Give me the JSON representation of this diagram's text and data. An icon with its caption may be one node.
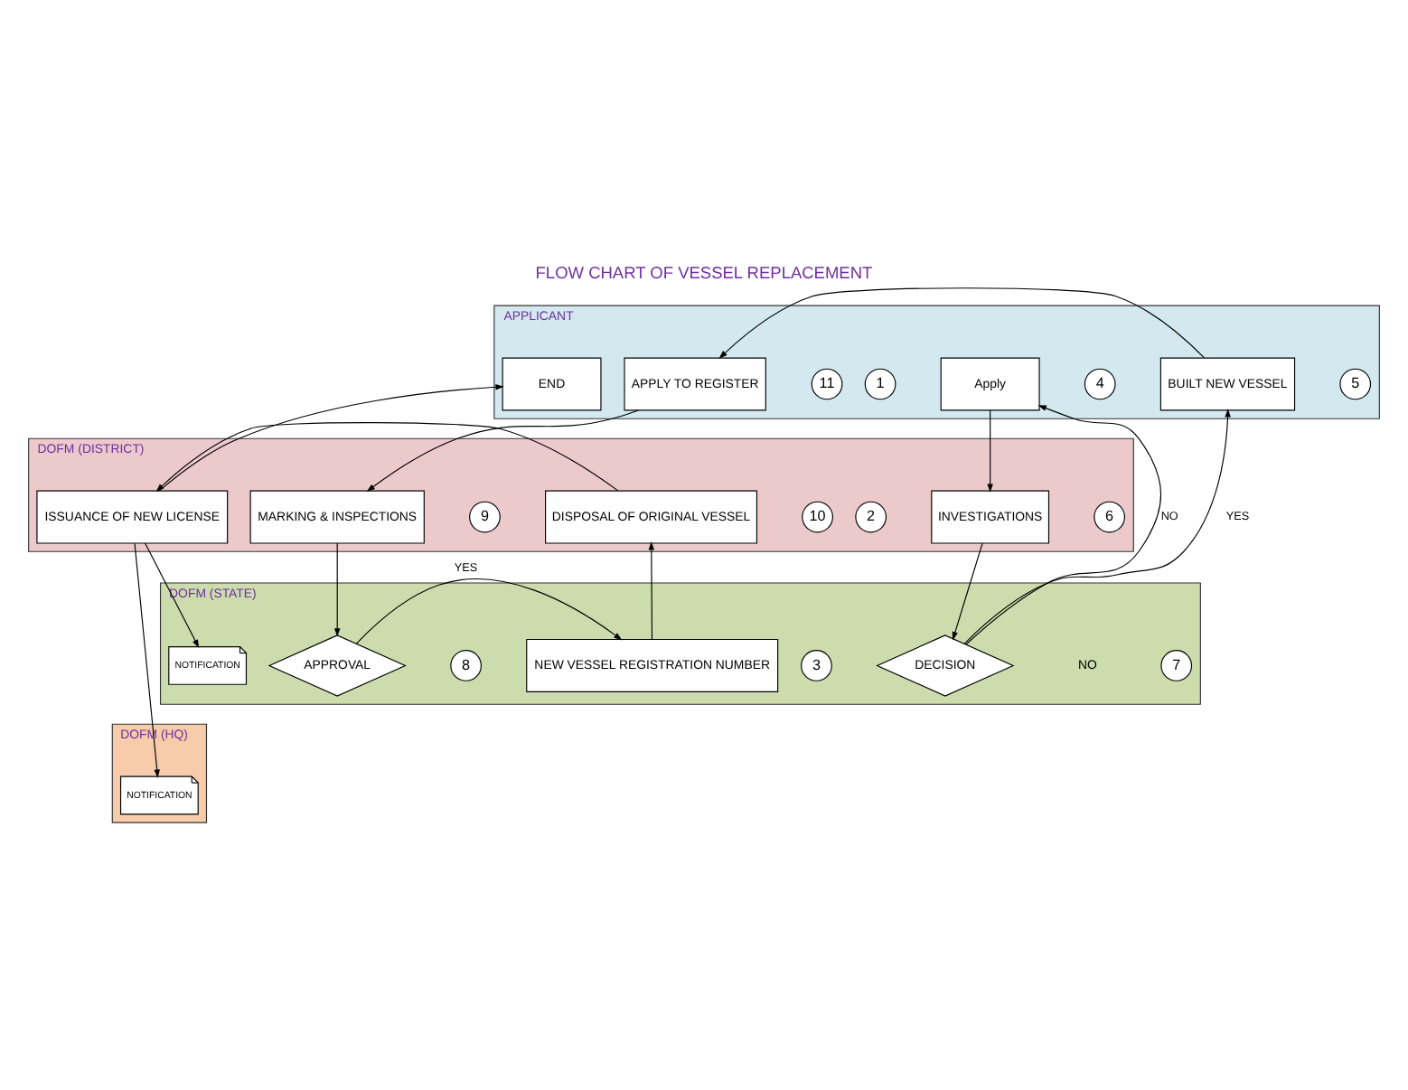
{
  "diagram": {
    "title": "FLOW CHART OF VESSEL REPLACEMENT",
    "nodes": [
      {
        "text": [
          "APPLICANT"
        ]
      },
      {
        "text": [
          "DOFM (DISTRICT)"
        ]
      },
      {
        "text": [
          "DOFM (STATE)"
        ]
      },
      {
        "text": [
          "DOFM (HQ)"
        ]
      },
      {
        "text": [
          "1"
        ],
        "in": 0
      },
      {
        "text": [
          "Apply"
        ],
        "in": 0
      },
      {
        "text": [
          "4"
        ],
        "in": 0
      },
      {
        "text": [
          "BUILT NEW VESSEL"
        ],
        "in": 0
      },
      {
        "text": [
          "5"
        ],
        "in": 0
      },
      {
        "text": [
          "APPLY TO REGISTER"
        ],
        "in": 0
      },
      {
        "text": [
          "11"
        ],
        "in": 0
      },
      {
        "text": [
          "END"
        ],
        "in": 0
      },
      {
        "text": [
          "2"
        ],
        "in": 1
      },
      {
        "text": [
          "INVESTIGATIONS"
        ],
        "in": 1
      },
      {
        "text": [
          "6"
        ],
        "in": 1
      },
      {
        "text": [
          "MARKING & INSPECTIONS"
        ],
        "in": 1
      },
      {
        "text": [
          "9"
        ],
        "in": 1
      },
      {
        "text": [
          "DISPOSAL OF ORIGINAL VESSEL"
        ],
        "in": 1
      },
      {
        "text": [
          "10"
        ],
        "in": 1
      },
      {
        "text": [
          "ISSUANCE OF NEW LICENSE"
        ],
        "in": 1
      },
      {
        "text": [
          "3"
        ],
        "in": 2
      },
      {
        "text": [
          "DECISION"
        ],
        "in": 2
      },
      {
        "text": [
          "7"
        ],
        "in": 2
      },
      {
        "text": [
          "APPROVAL"
        ],
        "in": 2
      },
      {
        "text": [
          "8"
        ],
        "in": 2
      },
      {
        "text": [
          "NEW VESSEL REGISTRATION NUMBER"
        ],
        "in": 2
      },
      {
        "text": [
          "NOTIFICATION"
        ],
        "in": 2
      },
      {
        "text": [
          "NOTIFICATION"
        ],
        "in": 3
      }
    ],
    "edges": [
      {
        "from": 5,
        "to": 13,
        "arrow": "to"
      },
      {
        "from": 13,
        "to": 21,
        "arrow": "to"
      },
      {
        "from": 21,
        "to": 5,
        "arrow": "to",
        "label": "NO"
      },
      {
        "from": 21,
        "to": 7,
        "arrow": "to",
        "label": "YES"
      },
      {
        "from": 7,
        "to": 9,
        "arrow": "to"
      },
      {
        "from": 9,
        "to": 15,
        "arrow": "to"
      },
      {
        "from": 15,
        "to": 23,
        "arrow": "to"
      },
      {
        "from": 23,
        "to": 25,
        "arrow": "to",
        "label": "YES"
      },
      {
        "from": 25,
        "to": 17,
        "arrow": "to"
      },
      {
        "from": 17,
        "to": 19,
        "arrow": "to"
      },
      {
        "from": 19,
        "to": 11,
        "arrow": "to"
      },
      {
        "from": 19,
        "to": 26,
        "arrow": "to"
      },
      {
        "from": 19,
        "to": 27,
        "arrow": "to"
      }
    ],
    "labels": [
      "NO"
    ]
  }
}
